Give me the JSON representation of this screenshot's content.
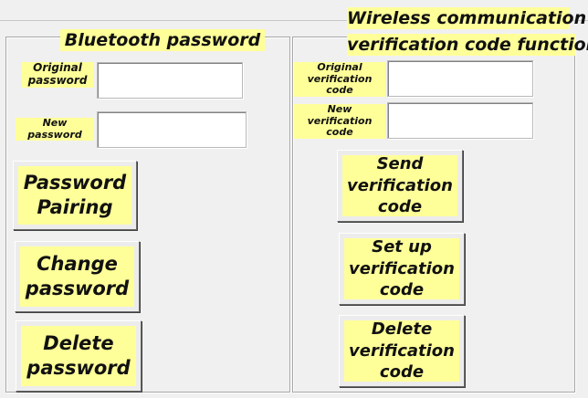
{
  "bluetooth": {
    "title": "Bluetooth password",
    "original_password_label": "Original\npassword",
    "new_password_label": "New password",
    "original_password_value": "",
    "new_password_value": "",
    "pairing_button": "Password\nPairing",
    "change_button": "Change\npassword",
    "delete_button": "Delete\npassword"
  },
  "wireless": {
    "title_line1": "Wireless communication",
    "title_line2": "verification code function",
    "original_code_label": "Original\nverification code",
    "new_code_label": "New\nverification code",
    "original_code_value": "",
    "new_code_value": "",
    "send_button": "Send\nverification\ncode",
    "setup_button": "Set up\nverification\ncode",
    "delete_button": "Delete\nverification\ncode"
  },
  "colors": {
    "label_highlight": "#ffff99",
    "background": "#f0f0f0"
  }
}
